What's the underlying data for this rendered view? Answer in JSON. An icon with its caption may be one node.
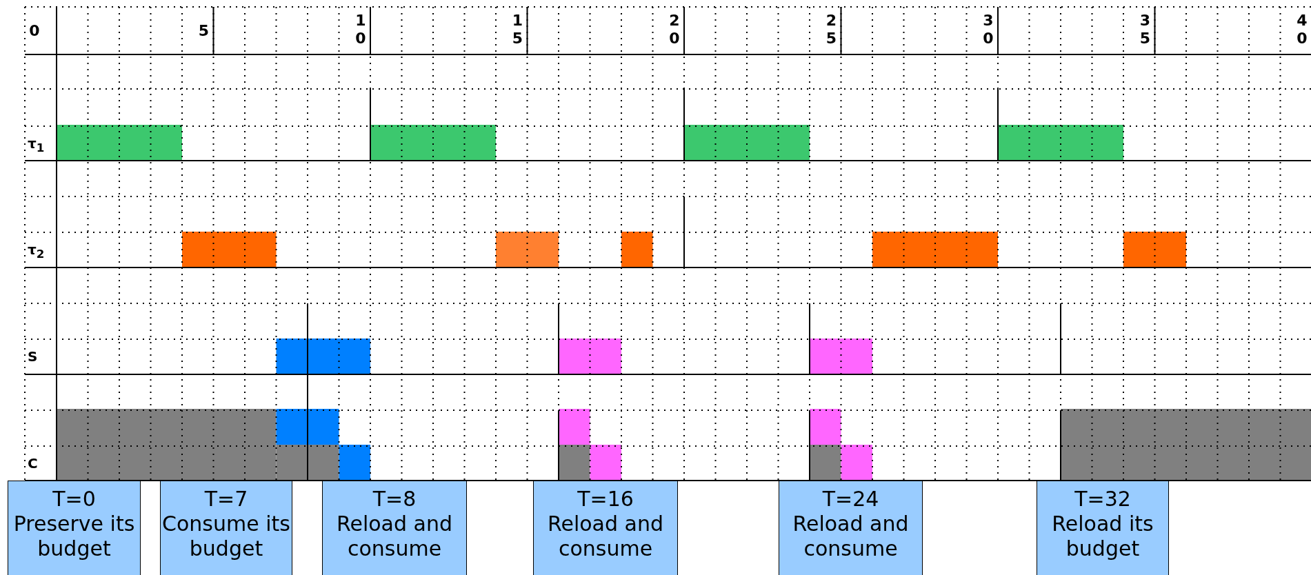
{
  "diagram": {
    "nodes": [
      {
        "text": [
          "T=0",
          "Preserve its budget"
        ]
      },
      {
        "text": [
          "T=7",
          "Consume its budget"
        ]
      },
      {
        "text": [
          "T=8",
          "Reload and consume"
        ]
      },
      {
        "text": [
          "T=16",
          "Reload and consume"
        ]
      },
      {
        "text": [
          "T=24",
          "Reload and consume"
        ]
      },
      {
        "text": [
          "T=32",
          "Reload its budget"
        ]
      }
    ],
    "labels": [
      "0",
      "5",
      "10",
      "15",
      "20",
      "25",
      "30",
      "35",
      "40",
      "τ$_{1}$",
      "τ$_{2}$",
      "S",
      "C"
    ]
  }
}
